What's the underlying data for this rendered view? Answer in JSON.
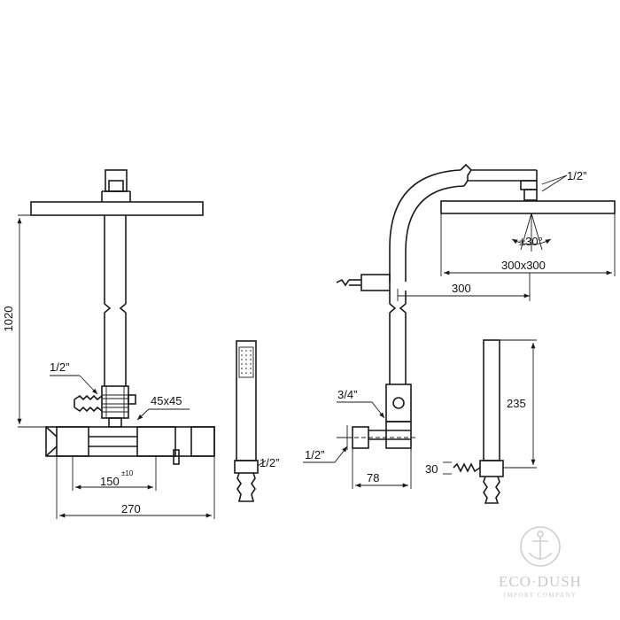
{
  "labels": {
    "height_1020": "1020",
    "mixer_inlet": "1/2”",
    "wall_conn": "45x45",
    "center_150": "150",
    "tolerance": "±10",
    "width_270": "270",
    "hand_conn": "1/2”",
    "head_conn": "1/2”",
    "tilt": "±30°",
    "head_size": "300x300",
    "arm_300": "300",
    "inlet_34": "3/4”",
    "inlet_12": "1/2”",
    "depth_78": "78",
    "holder_235": "235",
    "holder_30": "30"
  },
  "watermark": {
    "brand": "ECO·DUSH",
    "tagline": "IMPORT COMPANY"
  }
}
